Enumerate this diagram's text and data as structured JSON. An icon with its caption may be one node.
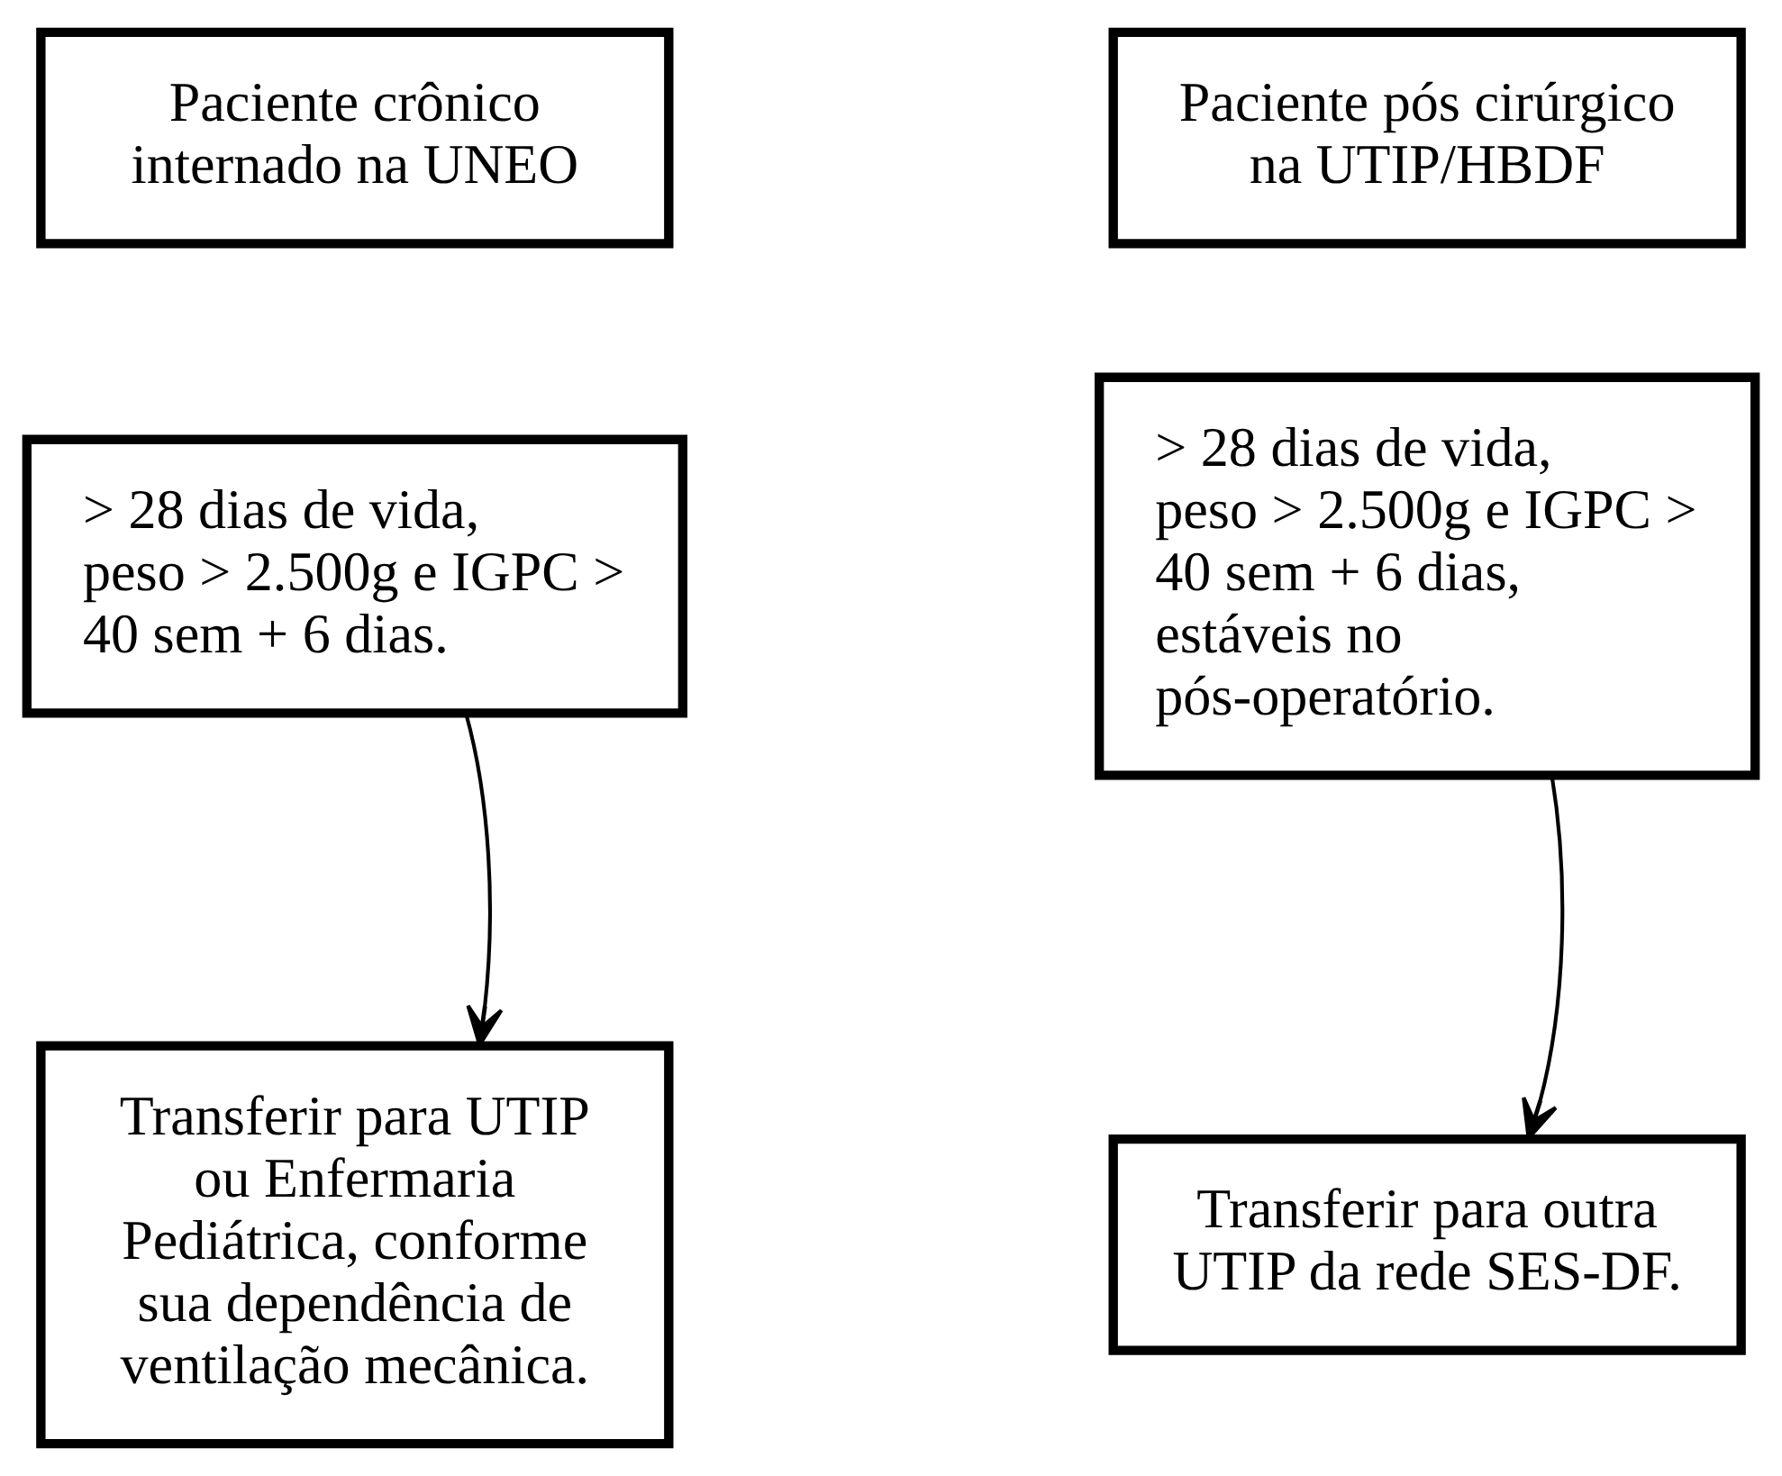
{
  "diagram": {
    "nodes": [
      {
        "text": [
          "Paciente crônico internado na UNEO"
        ]
      },
      {
        "text": [
          "> 28 dias de vida,  peso > 2.500g e IGPC > 40 sem + 6 dias."
        ]
      },
      {
        "text": [
          "Transferir para UTIP ou Enfermaria Pediátrica, conforme sua dependência de ventilação mecânica."
        ]
      },
      {
        "text": [
          "Paciente pós cirúrgico na UTIP/HBDF"
        ]
      },
      {
        "text": [
          "> 28 dias de vida,  peso > 2.500g e IGPC > 40 sem + 6 dias, estáveis no pós-operatório."
        ]
      },
      {
        "text": [
          "Transferir para outra UTIP da rede SES-DF."
        ]
      }
    ],
    "edges": [
      {
        "from": 1,
        "to": 2,
        "arrow": "to"
      },
      {
        "from": 4,
        "to": 5,
        "arrow": "to"
      }
    ]
  }
}
